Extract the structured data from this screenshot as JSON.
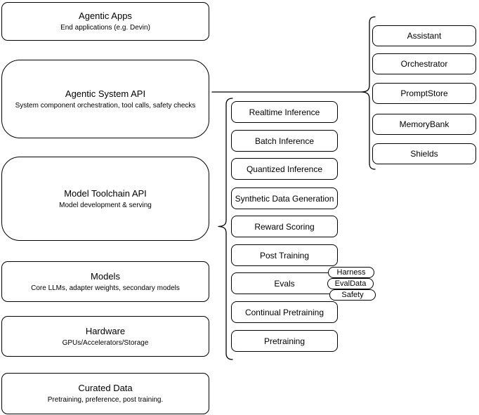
{
  "diagram": {
    "stack": {
      "layers": [
        {
          "title": "Agentic Apps",
          "subtitle": "End applications (e.g. Devin)"
        },
        {
          "title": "Agentic System API",
          "subtitle": "System component orchestration, tool calls, safety checks"
        },
        {
          "title": "Model Toolchain API",
          "subtitle": "Model development & serving"
        },
        {
          "title": "Models",
          "subtitle": "Core LLMs, adapter weights, secondary models"
        },
        {
          "title": "Hardware",
          "subtitle": "GPUs/Accelerators/Storage"
        },
        {
          "title": "Curated Data",
          "subtitle": "Pretraining, preference, post training."
        }
      ]
    },
    "toolchain_group": {
      "items": [
        "Realtime Inference",
        "Batch Inference",
        "Quantized Inference",
        "Synthetic Data Generation",
        "Reward Scoring",
        "Post Training",
        "Evals",
        "Continual Pretraining",
        "Pretraining"
      ],
      "evals_tags": [
        "Harness",
        "EvalData",
        "Safety"
      ]
    },
    "system_group": {
      "items": [
        "Assistant",
        "Orchestrator",
        "PromptStore",
        "MemoryBank",
        "Shields"
      ]
    },
    "colors": {
      "stroke": "#000000",
      "fill": "#ffffff",
      "text": "#000000"
    }
  }
}
